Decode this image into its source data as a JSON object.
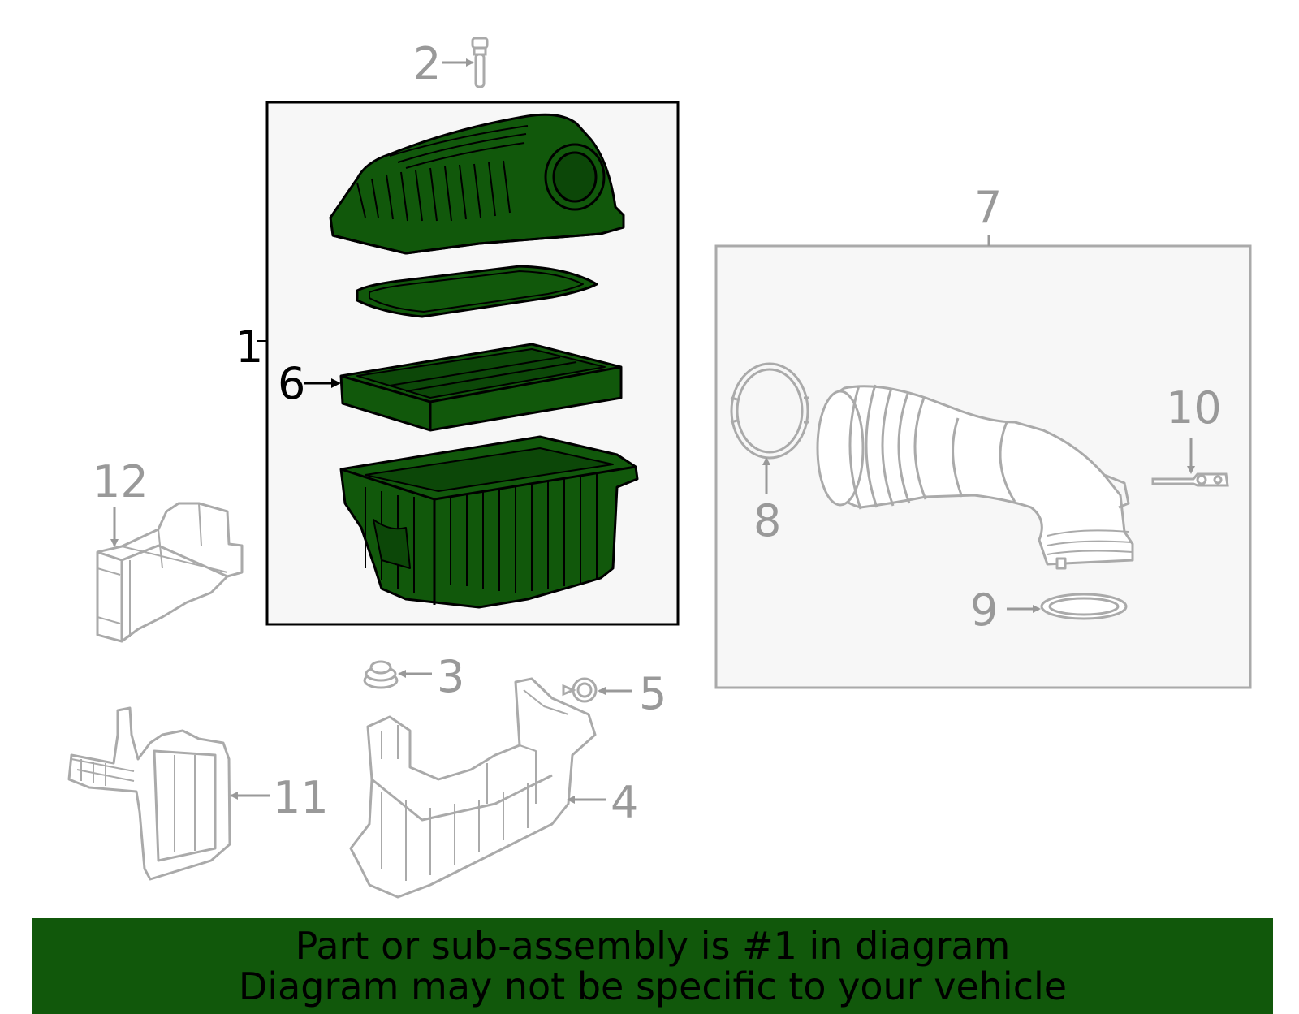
{
  "colors": {
    "highlight": "#11580b",
    "ghost_stroke": "#aaaaaa",
    "box_fill": "#f7f7f7",
    "banner": "#11580b"
  },
  "callouts": {
    "c1": "1",
    "c2": "2",
    "c3": "3",
    "c4": "4",
    "c5": "5",
    "c6": "6",
    "c7": "7",
    "c8": "8",
    "c9": "9",
    "c10": "10",
    "c11": "11",
    "c12": "12"
  },
  "highlighted_part": "1",
  "banner": {
    "line1": "Part or sub-assembly is #1 in diagram",
    "line2": "Diagram may not be specific to your vehicle"
  }
}
